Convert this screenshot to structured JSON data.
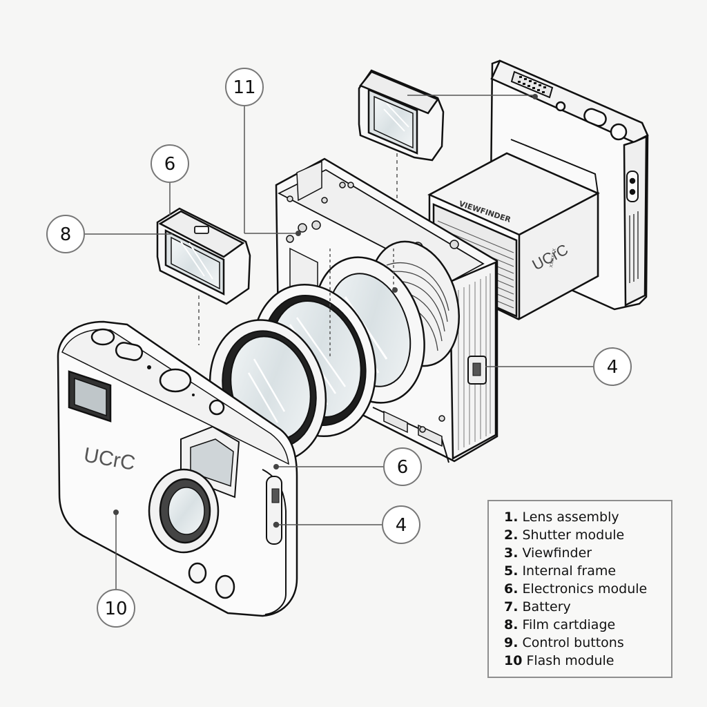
{
  "diagram": {
    "callouts": [
      {
        "id": "c11",
        "label": "11"
      },
      {
        "id": "c6a",
        "label": "6"
      },
      {
        "id": "c8",
        "label": "8"
      },
      {
        "id": "c4a",
        "label": "4"
      },
      {
        "id": "c6b",
        "label": "6"
      },
      {
        "id": "c4b",
        "label": "4"
      },
      {
        "id": "c10",
        "label": "10"
      }
    ],
    "parts": {
      "electronics_label": "VIEWFINDER",
      "electronics_brand": "UCrC",
      "electronics_fine_print": "xxxxxx",
      "body_brand": "UCrC"
    },
    "legend": [
      {
        "num": "1.",
        "text": "Lens assembly"
      },
      {
        "num": "2.",
        "text": "Shutter module"
      },
      {
        "num": "3.",
        "text": "Viewfinder"
      },
      {
        "num": "5.",
        "text": "Internal frame"
      },
      {
        "num": "6.",
        "text": "Electronics module"
      },
      {
        "num": "7.",
        "text": "Battery"
      },
      {
        "num": "8.",
        "text": "Film cartdiage"
      },
      {
        "num": "9.",
        "text": "Control buttons"
      },
      {
        "num": "10",
        "text": "Flash module"
      }
    ]
  }
}
